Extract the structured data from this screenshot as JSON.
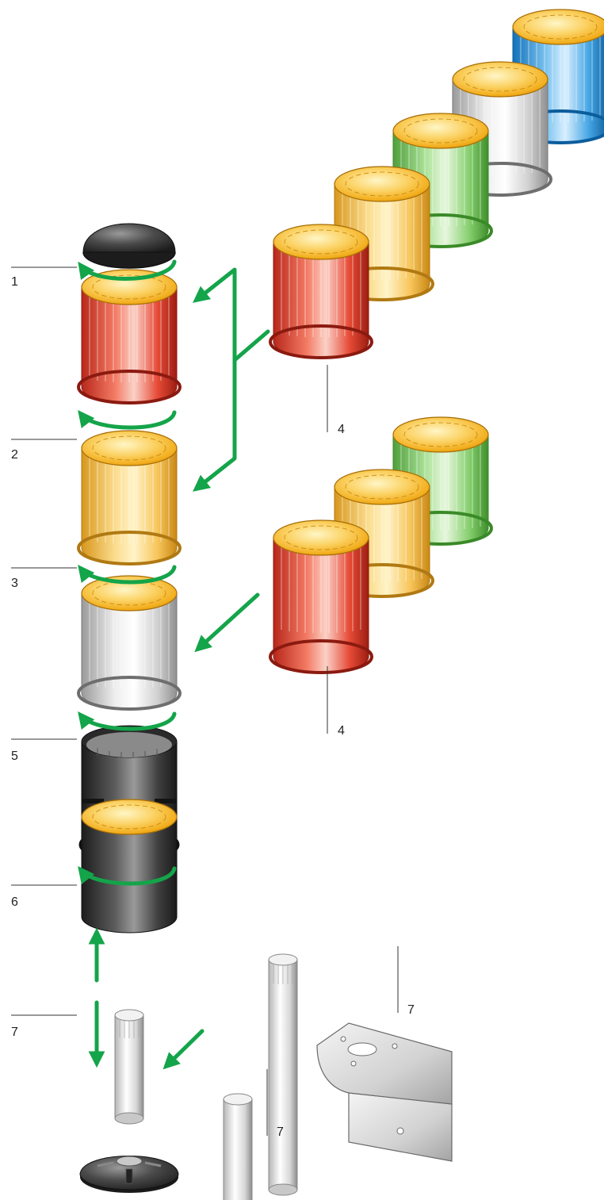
{
  "labels": {
    "l1": "1",
    "l2": "2",
    "l3": "3",
    "l4a": "4",
    "l4b": "4",
    "l5": "5",
    "l6": "6",
    "l7a": "7",
    "l7b": "7",
    "l7c": "7"
  },
  "colors": {
    "red": [
      "#fbd1c6",
      "#e64a36",
      "#9d1e12"
    ],
    "yellow": [
      "#fff3c8",
      "#f7c55a",
      "#c98815"
    ],
    "green": [
      "#e6f7dd",
      "#86cf6e",
      "#3f8f2c"
    ],
    "white": [
      "#ffffff",
      "#dcdcdc",
      "#8f8f8f"
    ],
    "blue": [
      "#d8efff",
      "#45a5e3",
      "#0f5f9e"
    ],
    "dark": [
      "#9a9a9a",
      "#4a4a4a",
      "#1c1c1c"
    ],
    "lens_top": [
      "#fff2b8",
      "#f6b924",
      "#c7840a"
    ],
    "arrow": "#14a44a"
  }
}
